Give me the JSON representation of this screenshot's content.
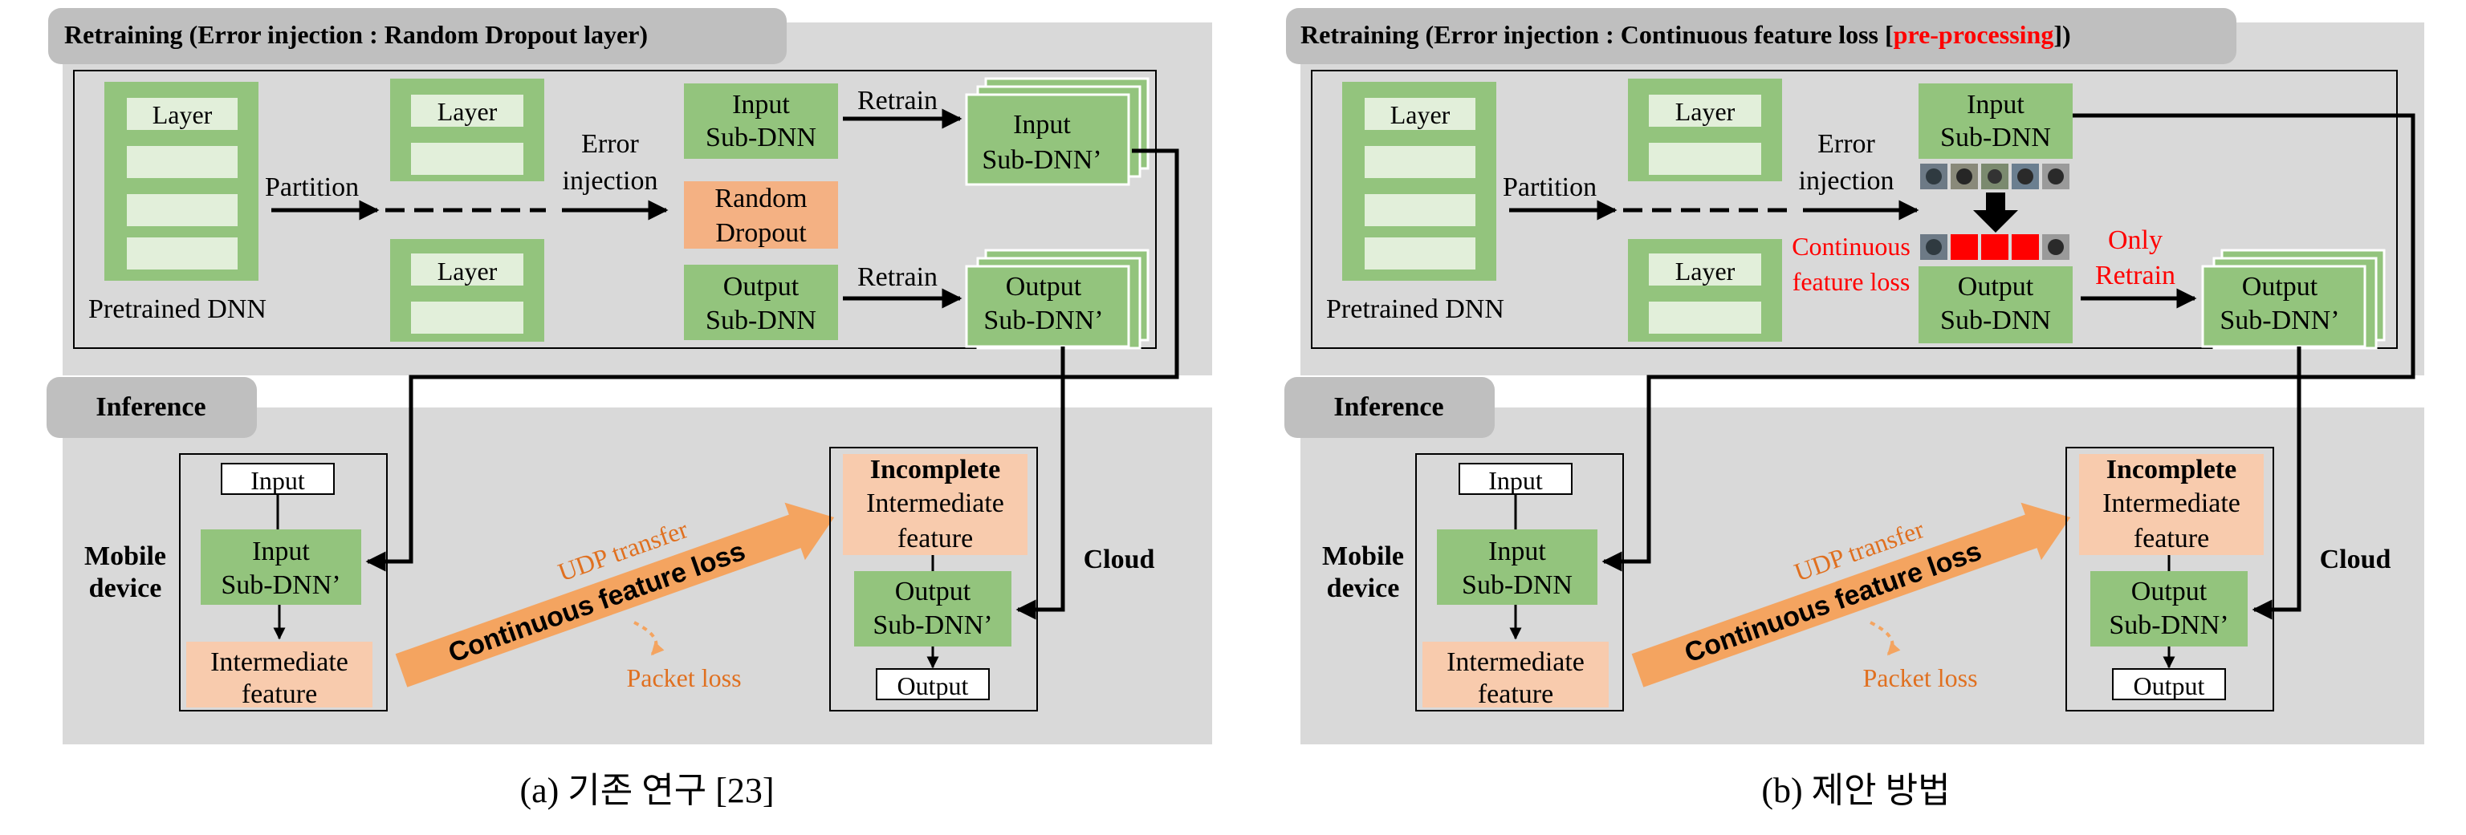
{
  "panel_a": {
    "retrain_title": "Retraining (Error injection : Random Dropout layer)",
    "layer": "Layer",
    "partition": "Partition",
    "pretrained": "Pretrained DNN",
    "error_line1": "Error",
    "error_line2": "injection",
    "input_sub_l1": "Input",
    "input_sub_l2": "Sub-DNN",
    "random_l1": "Random",
    "random_l2": "Dropout",
    "output_sub_l1": "Output",
    "output_sub_l2": "Sub-DNN",
    "retrain": "Retrain",
    "input_subp_l1": "Input",
    "input_subp_l2": "Sub-DNN’",
    "output_subp_l1": "Output",
    "output_subp_l2": "Sub-DNN’",
    "inference": "Inference",
    "mobile_l1": "Mobile",
    "mobile_l2": "device",
    "input": "Input",
    "mob_sub_l1": "Input",
    "mob_sub_l2": "Sub-DNN’",
    "inter_l1": "Intermediate",
    "inter_l2": "feature",
    "udp": "UDP transfer",
    "cfl": "Continuous feature loss",
    "packet": "Packet loss",
    "incomplete": "Incomplete",
    "inc_l2": "Intermediate",
    "inc_l3": "feature",
    "cloud_out_l1": "Output",
    "cloud_out_l2": "Sub-DNN’",
    "output": "Output",
    "cloud": "Cloud",
    "caption": "(a) 기존 연구 [23]"
  },
  "panel_b": {
    "retrain_title_pre": "Retraining (Error injection : Continuous feature loss [",
    "retrain_title_red": "pre-processing",
    "retrain_title_post": "])",
    "layer": "Layer",
    "partition": "Partition",
    "pretrained": "Pretrained DNN",
    "error_line1": "Error",
    "error_line2": "injection",
    "input_sub_l1": "Input",
    "input_sub_l2": "Sub-DNN",
    "cfl_red_l1": "Continuous",
    "cfl_red_l2": "feature loss",
    "output_sub_l1": "Output",
    "output_sub_l2": "Sub-DNN",
    "only_l1": "Only",
    "only_l2": "Retrain",
    "output_subp_l1": "Output",
    "output_subp_l2": "Sub-DNN’",
    "inference": "Inference",
    "mobile_l1": "Mobile",
    "mobile_l2": "device",
    "input": "Input",
    "mob_sub_l1": "Input",
    "mob_sub_l2": "Sub-DNN",
    "inter_l1": "Intermediate",
    "inter_l2": "feature",
    "udp": "UDP transfer",
    "cfl": "Continuous feature loss",
    "packet": "Packet loss",
    "incomplete": "Incomplete",
    "inc_l2": "Intermediate",
    "inc_l3": "feature",
    "cloud_out_l1": "Output",
    "cloud_out_l2": "Sub-DNN’",
    "output": "Output",
    "cloud": "Cloud",
    "caption": "(b) 제안 방법"
  },
  "colors": {
    "panel_gray": "#d9d9d9",
    "tab_gray": "#bfbfbf",
    "green": "#93c47d",
    "light_green": "#e2efda",
    "orange": "#f4b183",
    "peach": "#f8cbad",
    "arrow_orange": "#f4a460",
    "text_orange": "#e07020",
    "red": "#ff0000"
  }
}
